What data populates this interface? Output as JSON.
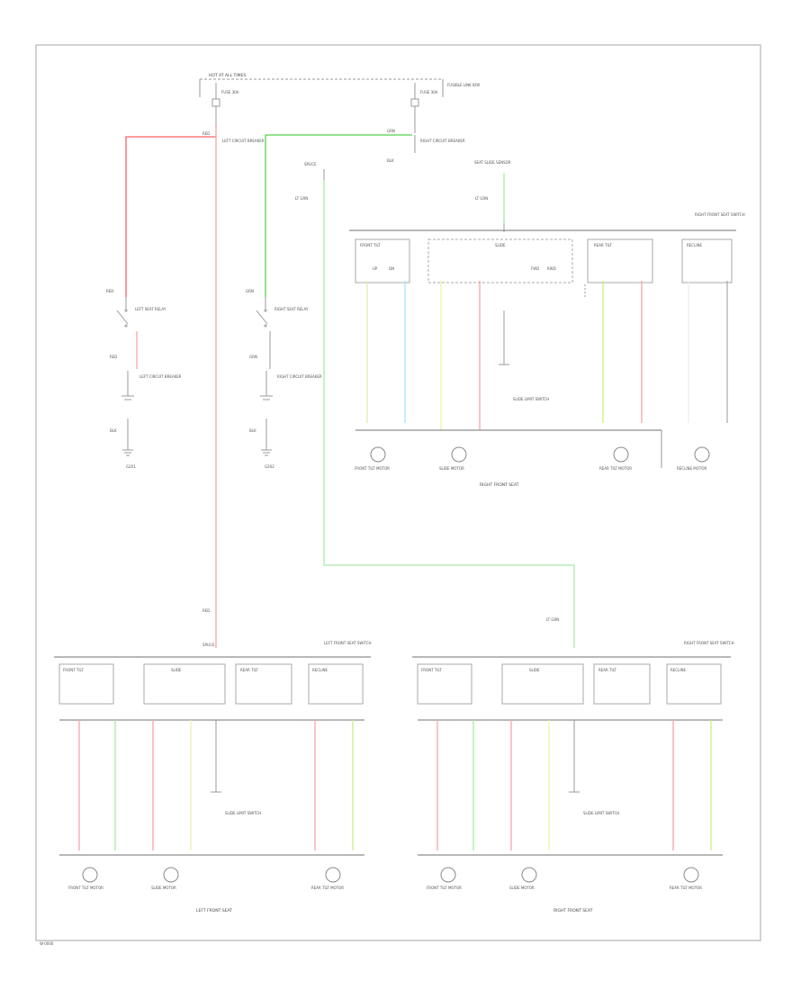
{
  "colors": {
    "frame": "#b4b4b4",
    "red": "#ff5f5f",
    "green": "#4fd44f",
    "pink": "#f6a6a6",
    "lightgreen": "#a8eaa8",
    "yellow": "#f0f0a8",
    "cyan": "#a6e8f0",
    "lime": "#c8f080",
    "white": "#e8e8e8",
    "grey": "#9a9a9a"
  },
  "diagram_labels": {
    "hot_at_all_times": "HOT AT ALL TIMES",
    "fuse_left": "FUSE 30A",
    "fuse_right": "FUSE 30A",
    "fuse_block": "FUSIBLE LINK BOX",
    "left_wire_top": "RED",
    "right_wire_top": "GRN",
    "ground_top": "BLK",
    "splice_mid": "SPLICE",
    "wire_mid": "LT GRN",
    "rear_sensor": "SEAT SLIDE SENSOR",
    "wire_rr": "LT GRN",
    "rr_switch_title": "RIGHT FRONT SEAT SWITCH",
    "rr_seat_title": "RIGHT FRONT SEAT",
    "lf_seat_title": "LEFT FRONT SEAT",
    "rf_seat_title": "RIGHT FRONT SEAT",
    "lf_switch_title": "LEFT FRONT SEAT SWITCH",
    "rf_switch_title": "RIGHT FRONT SEAT SWITCH",
    "left_breaker": "LEFT CIRCUIT BREAKER",
    "right_breaker": "RIGHT CIRCUIT BREAKER",
    "left_relay": "LEFT SEAT RELAY",
    "right_relay": "RIGHT SEAT RELAY",
    "left_ground": "G201",
    "right_ground": "G202",
    "footer": "W-0000",
    "front_tilt": "FRONT TILT",
    "slide": "SLIDE",
    "rear_tilt": "REAR TILT",
    "recline": "RECLINE",
    "up": "UP",
    "dn": "DN",
    "fwd": "FWD",
    "rwd": "RWD",
    "motor_front": "FRONT TILT MOTOR",
    "motor_slide": "SLIDE MOTOR",
    "motor_rear": "REAR TILT MOTOR",
    "motor_recline": "RECLINE MOTOR",
    "limit_switch": "SLIDE LIMIT SWITCH"
  }
}
